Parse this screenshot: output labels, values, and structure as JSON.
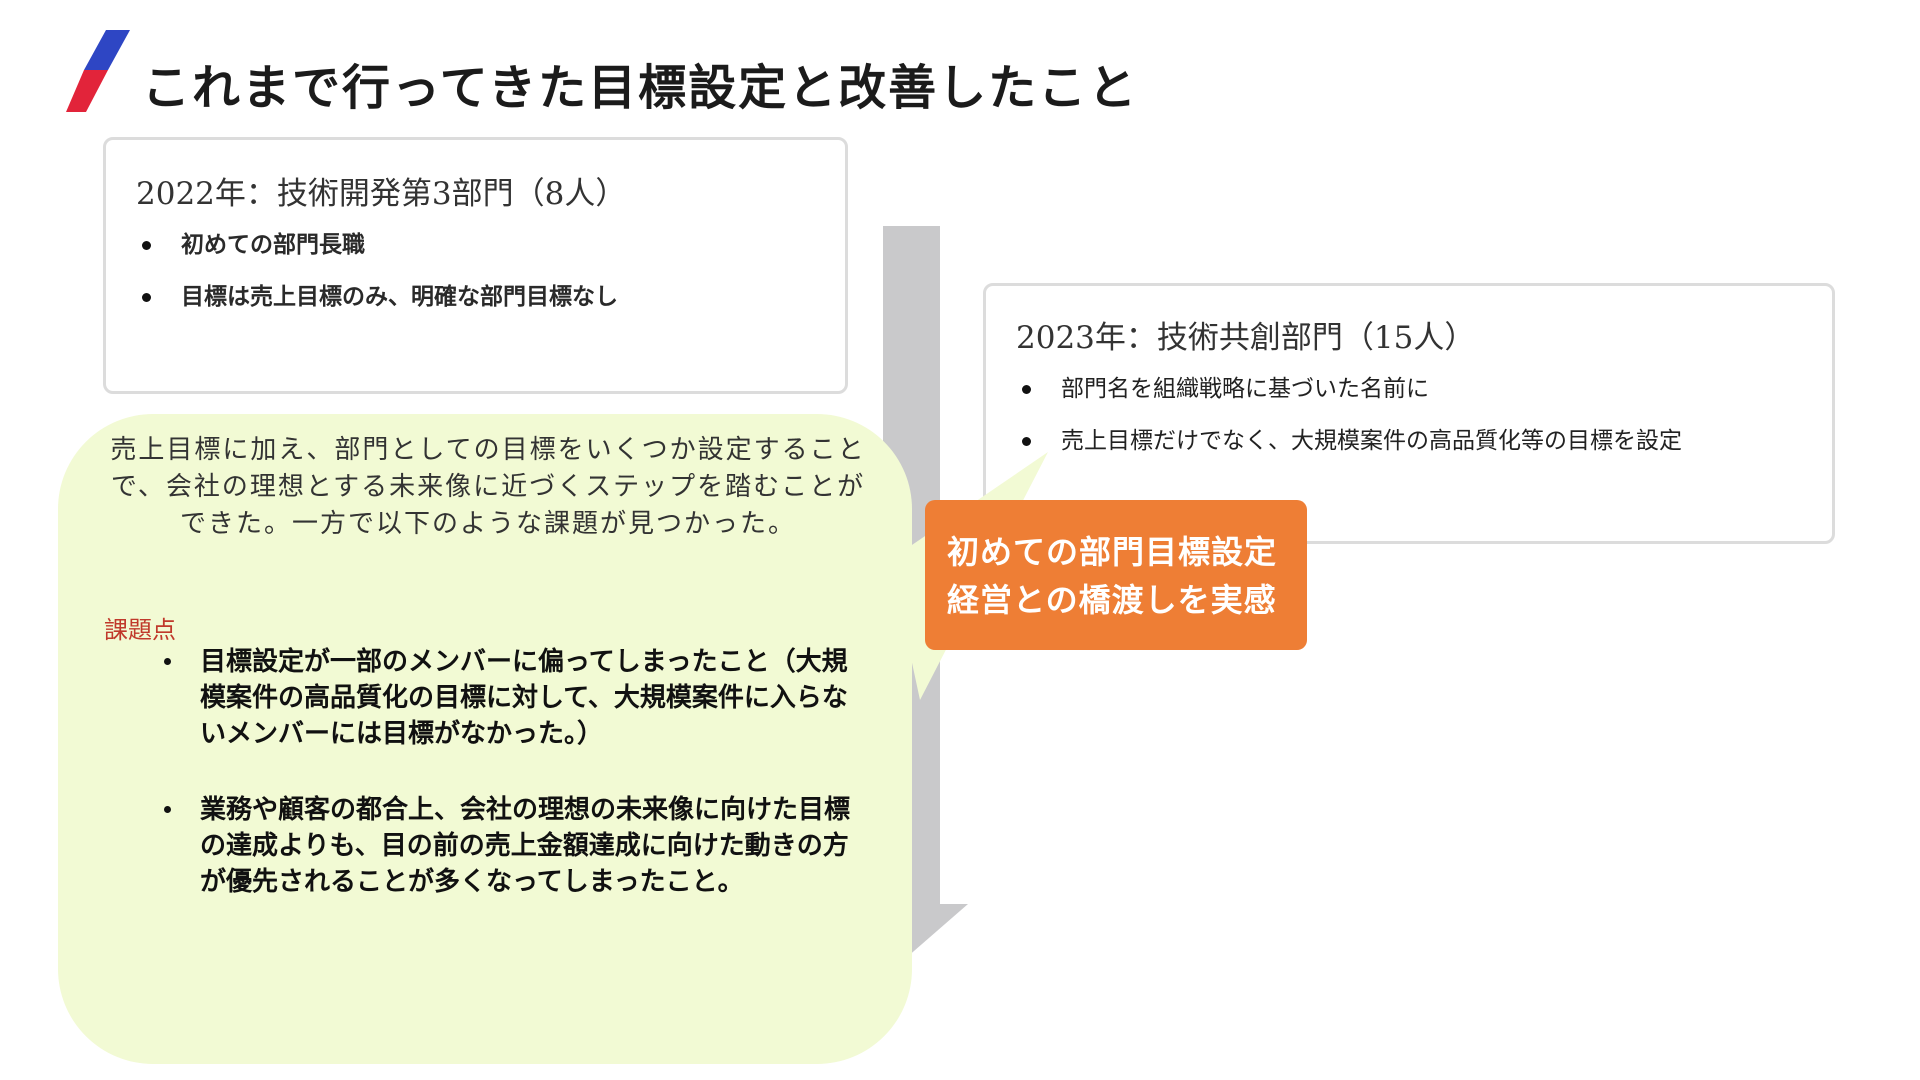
{
  "page": {
    "title": "これまで行ってきた目標設定と改善したこと"
  },
  "colors": {
    "accent_blue": "#2e46c4",
    "accent_red": "#e2243a",
    "orange": "#ee7e35",
    "bubble_green": "#f2fad4",
    "arrow_gray": "#c9c9cb",
    "issues_red": "#c0392b"
  },
  "card_2022": {
    "heading": "2022年：技術開発第3部門（8人）",
    "items": [
      "初めての部門長職",
      "目標は売上目標のみ、明確な部門目標なし"
    ]
  },
  "card_2023": {
    "heading": "2023年：技術共創部門（15人）",
    "items": [
      "部門名を組織戦略に基づいた名前に",
      "売上目標だけでなく、大規模案件の高品質化等の目標を設定"
    ]
  },
  "bubble": {
    "intro": "売上目標に加え、部門としての目標をいくつか設定することで、会社の理想とする未来像に近づくステップを踏むことができた。一方で以下のような課題が見つかった。",
    "issues_label": "課題点",
    "issues": [
      "目標設定が一部のメンバーに偏ってしまったこと（大規模案件の高品質化の目標に対して、大規模案件に入らないメンバーには目標がなかった。）",
      "業務や顧客の都合上、会社の理想の未来像に向けた目標の達成よりも、目の前の売上金額達成に向けた動きの方が優先されることが多くなってしまったこと。"
    ]
  },
  "highlight": {
    "line1": "初めての部門目標設定",
    "line2": "経営との橋渡しを実感"
  }
}
